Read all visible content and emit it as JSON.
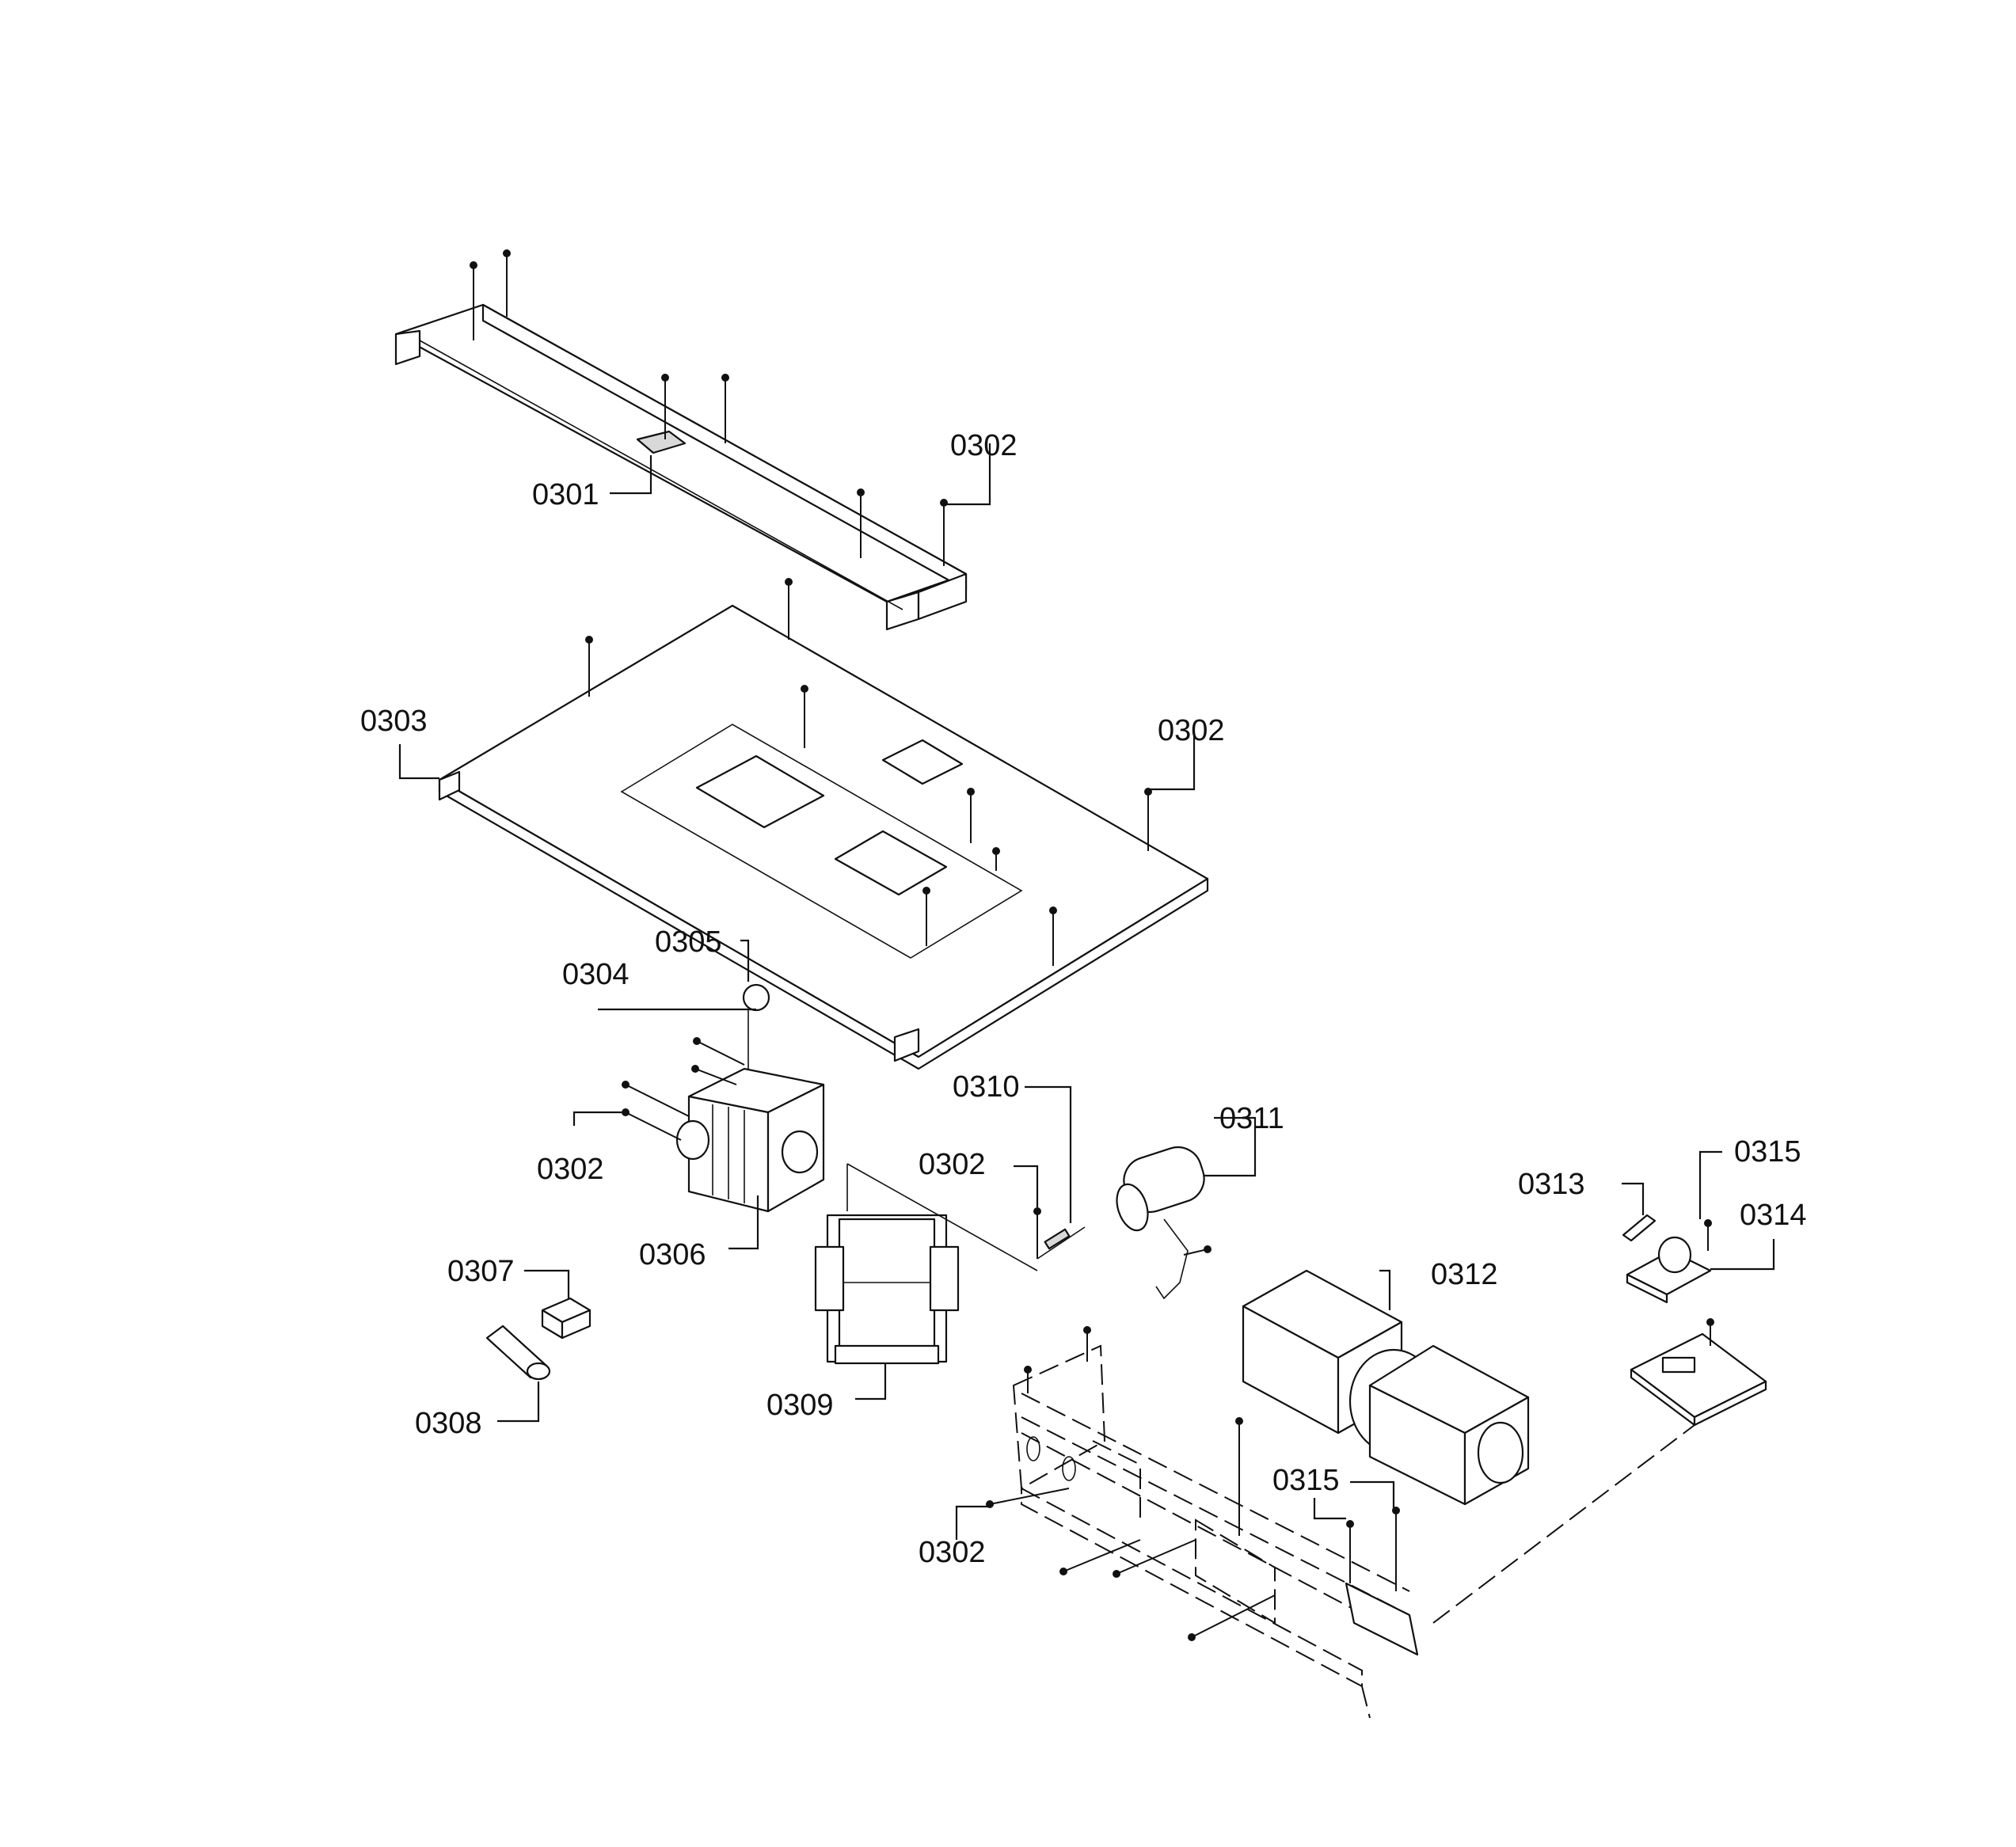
{
  "callouts": {
    "c0301": "0301",
    "c0302": "0302",
    "c0303": "0303",
    "c0304": "0304",
    "c0305": "0305",
    "c0306": "0306",
    "c0307": "0307",
    "c0308": "0308",
    "c0309": "0309",
    "c0310": "0310",
    "c0311": "0311",
    "c0312": "0312",
    "c0313": "0313",
    "c0314": "0314",
    "c0315": "0315"
  },
  "colors": {
    "line": "#111111",
    "background": "#ffffff"
  }
}
